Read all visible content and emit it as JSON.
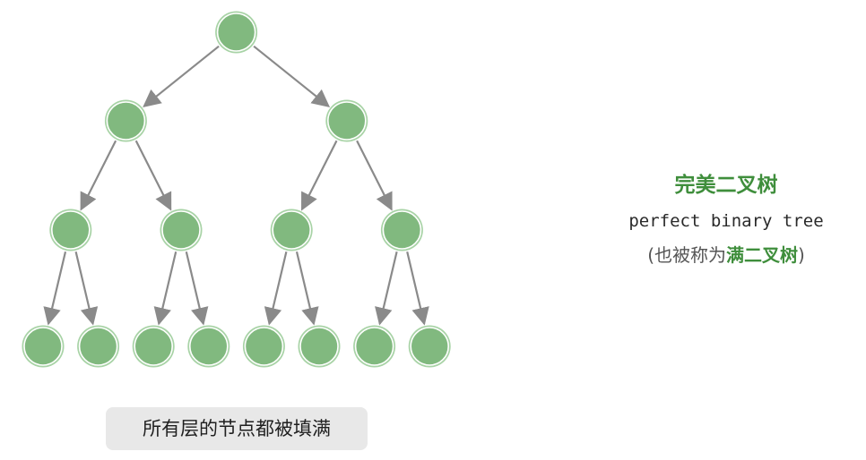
{
  "colors": {
    "node_fill": "#81b97f",
    "node_ring": "#a8d3a6",
    "edge": "#8a8a8a",
    "accent_text": "#3f8e3c"
  },
  "tree": {
    "levels": 4,
    "node_count": 15,
    "edge_count": 14
  },
  "caption": {
    "text": "所有层的节点都被填满"
  },
  "panel": {
    "title_zh": "完美二叉树",
    "title_en": "perfect binary tree",
    "alias_prefix": "(也被称为",
    "alias_highlight": "满二叉树",
    "alias_suffix": ")"
  }
}
